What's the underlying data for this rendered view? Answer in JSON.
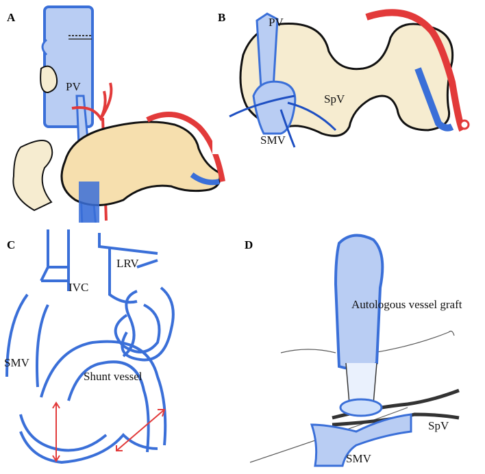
{
  "panels": [
    {
      "letter": "A",
      "labels": {
        "pv": "PV"
      }
    },
    {
      "letter": "B",
      "labels": {
        "pv": "PV",
        "spv": "SpV",
        "smv": "SMV"
      }
    },
    {
      "letter": "C",
      "labels": {
        "ivc": "IVC",
        "lrv": "LRV",
        "smv": "SMV",
        "shunt": "Shunt vessel"
      }
    },
    {
      "letter": "D",
      "labels": {
        "graft": "Autologous vessel graft",
        "spv": "SpV",
        "smv": "SMV"
      }
    }
  ],
  "colors": {
    "vessel_blue": "#3a6fd8",
    "vessel_fill": "#b9cdf3",
    "artery_red": "#e23a3a",
    "pancreas_fill": "#f6dfae",
    "outline": "#111111"
  }
}
